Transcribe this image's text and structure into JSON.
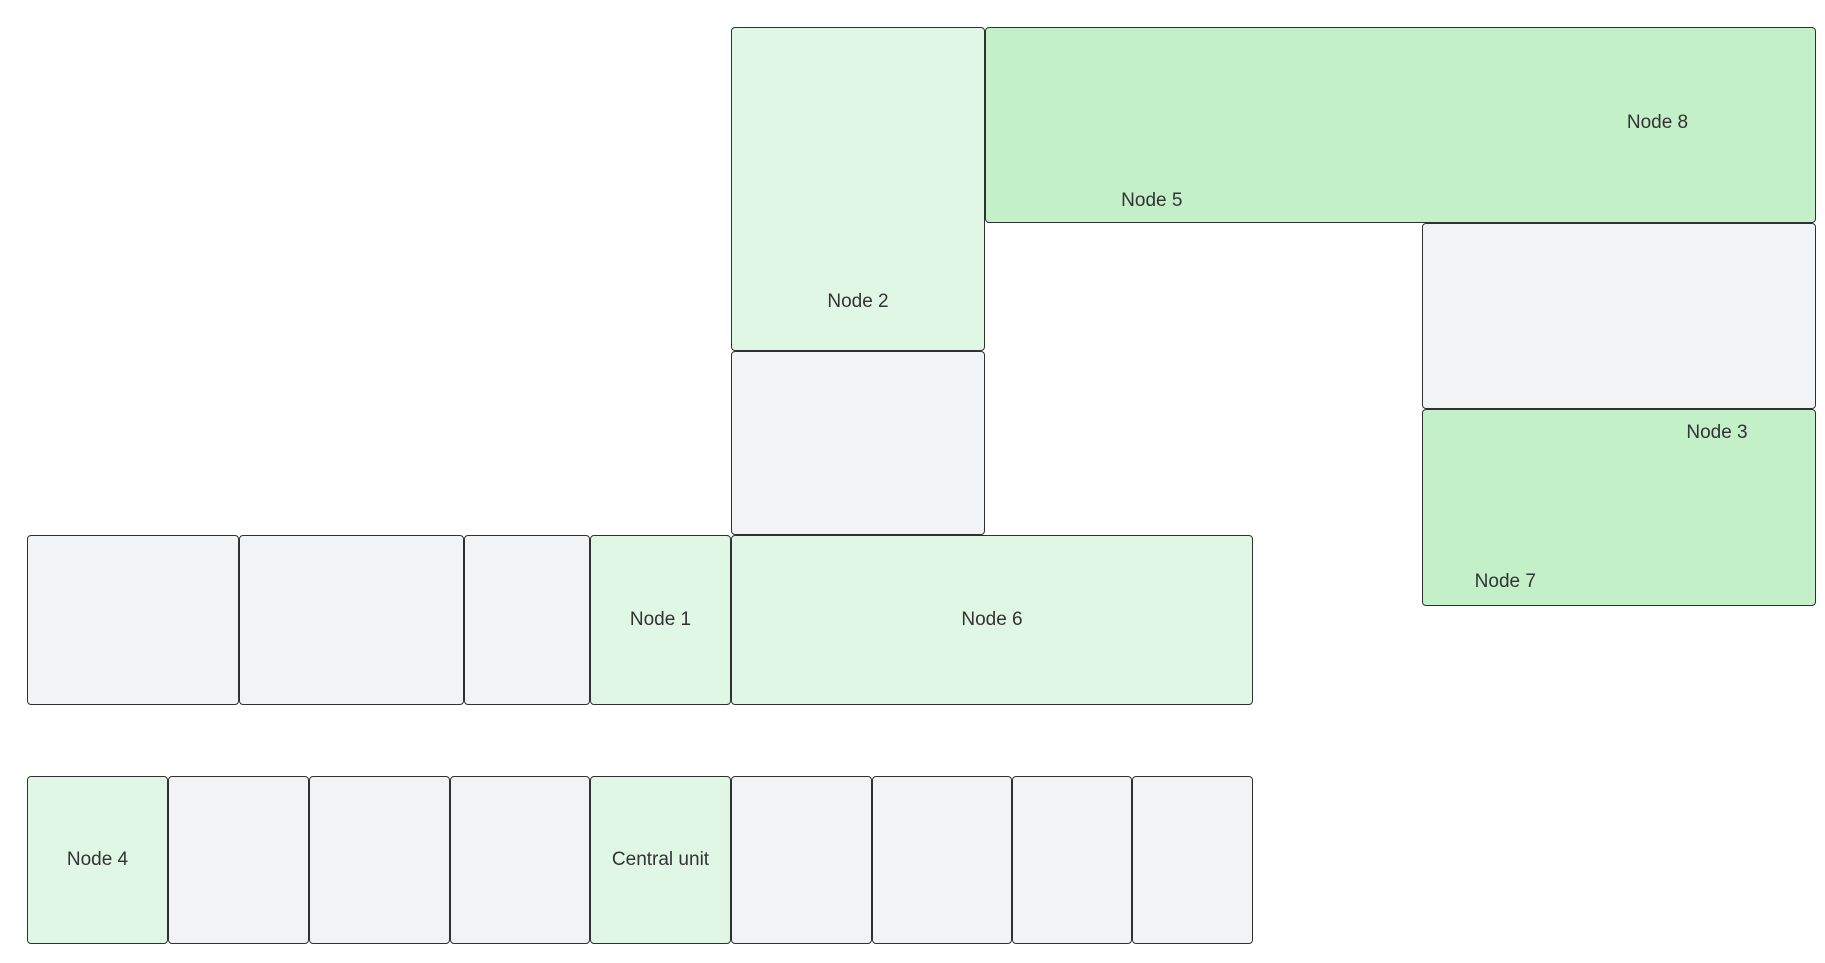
{
  "colors": {
    "light_green": "#e1f7e5",
    "medium_green": "#c3f0c9",
    "gray": "#f2f3f5",
    "border": "#303030",
    "text": "#333333",
    "canvas_background": "#ffffff"
  },
  "nodes": {
    "node1": {
      "label": "Node 1"
    },
    "node2": {
      "label": "Node 2"
    },
    "node3": {
      "label": "Node 3"
    },
    "node4": {
      "label": "Node 4"
    },
    "node5": {
      "label": "Node 5"
    },
    "node6": {
      "label": "Node 6"
    },
    "node7": {
      "label": "Node 7"
    },
    "node8": {
      "label": "Node 8"
    },
    "central_unit": {
      "label": "Central unit"
    }
  }
}
